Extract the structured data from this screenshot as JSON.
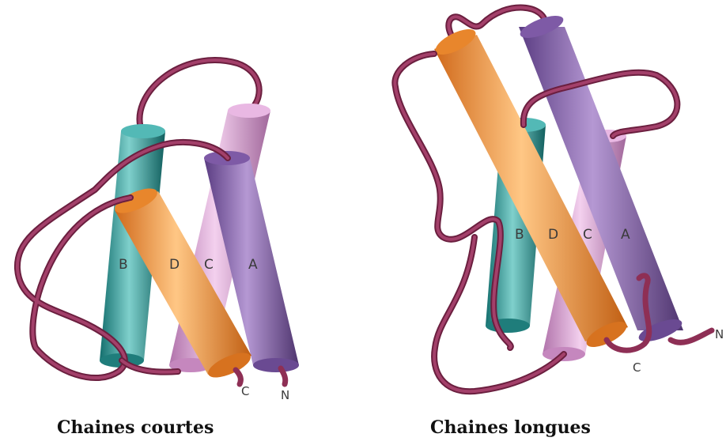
{
  "diagrams": {
    "left": {
      "caption": "Chaines courtes",
      "helix_labels": [
        "B",
        "D",
        "C",
        "A"
      ],
      "terminus_labels": [
        "C",
        "N"
      ]
    },
    "right": {
      "caption": "Chaines longues",
      "helix_labels": [
        "B",
        "D",
        "C",
        "A"
      ],
      "terminus_labels": [
        "C",
        "N"
      ]
    }
  },
  "colors": {
    "helix_A": "#8a62ac",
    "helix_B": "#2a9e9c",
    "helix_C": "#d89ad2",
    "helix_D": "#f39733",
    "loop": "#8e2f55"
  }
}
